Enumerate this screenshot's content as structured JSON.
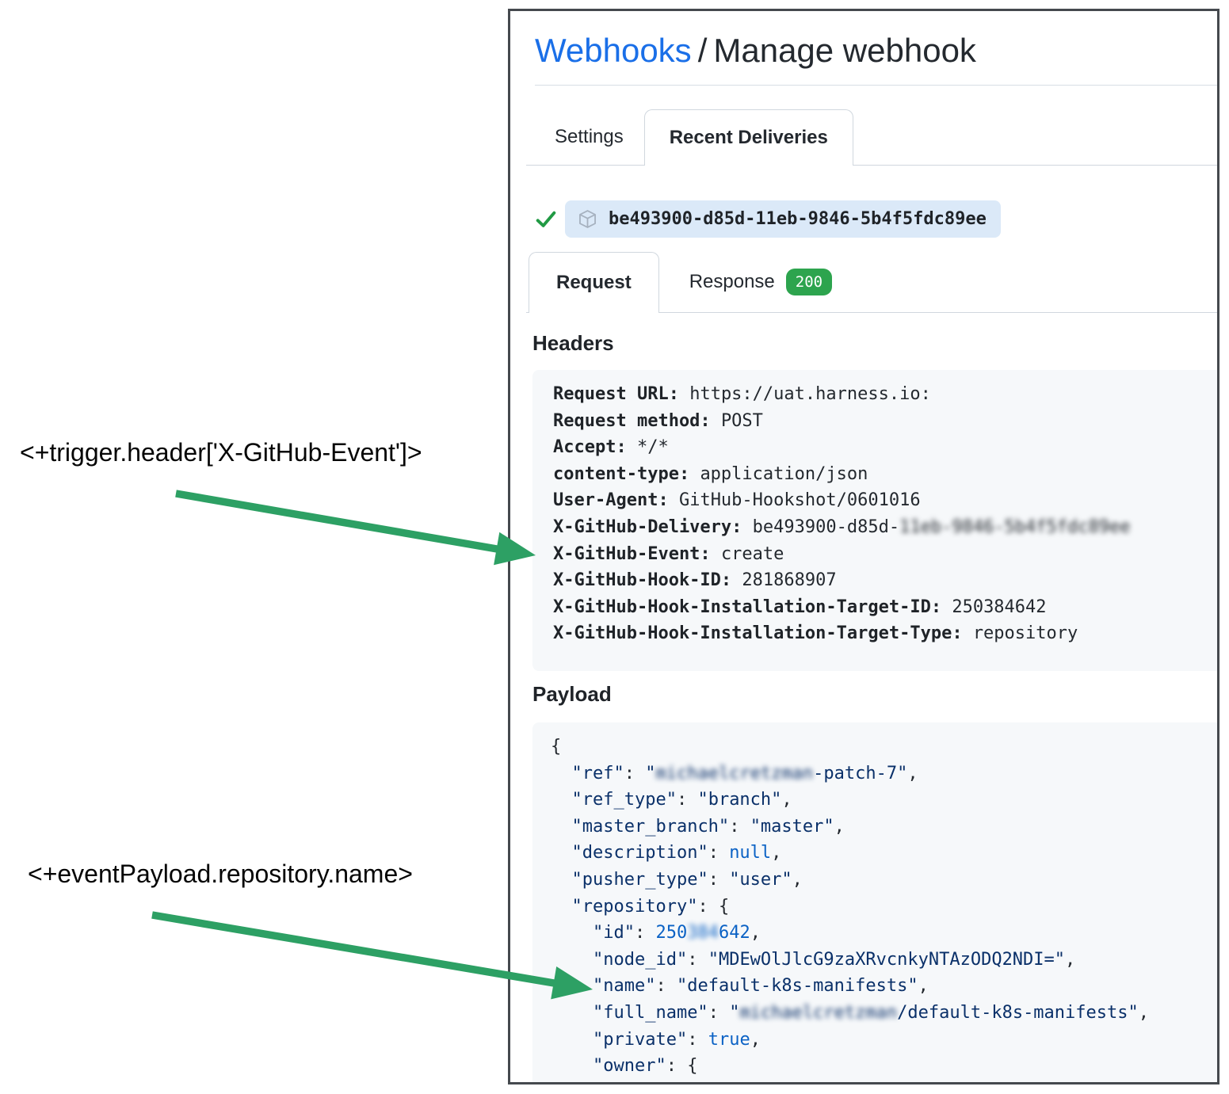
{
  "page": {
    "breadcrumb": {
      "section": "Webhooks",
      "separator": "/",
      "title": "Manage webhook"
    },
    "main_tabs": [
      {
        "label": "Settings",
        "active": false
      },
      {
        "label": "Recent Deliveries",
        "active": true
      }
    ],
    "delivery": {
      "guid": "be493900-d85d-11eb-9846-5b4f5fdc89ee",
      "status": "success"
    },
    "delivery_tabs": {
      "request_label": "Request",
      "response_label": "Response",
      "response_status": "200"
    },
    "headers": {
      "title": "Headers",
      "entries": [
        {
          "key": "Request URL:",
          "value": "https://uat.harness.io:"
        },
        {
          "key": "Request method:",
          "value": "POST"
        },
        {
          "key": "Accept:",
          "value": "*/*"
        },
        {
          "key": "content-type:",
          "value": "application/json"
        },
        {
          "key": "User-Agent:",
          "value": "GitHub-Hookshot/0601016"
        },
        {
          "key": "X-GitHub-Delivery:",
          "value": "be493900-d85d-",
          "redacted": "11eb-9846-5b4f5fdc89ee"
        },
        {
          "key": "X-GitHub-Event:",
          "value": "create"
        },
        {
          "key": "X-GitHub-Hook-ID:",
          "value": "281868907"
        },
        {
          "key": "X-GitHub-Hook-Installation-Target-ID:",
          "value": "250384642"
        },
        {
          "key": "X-GitHub-Hook-Installation-Target-Type:",
          "value": "repository"
        }
      ]
    },
    "payload": {
      "title": "Payload",
      "lines": [
        [
          {
            "t": "{",
            "c": "p"
          }
        ],
        [
          {
            "t": "  ",
            "c": "p"
          },
          {
            "t": "\"ref\"",
            "c": "s"
          },
          {
            "t": ": ",
            "c": "p"
          },
          {
            "t": "\"",
            "c": "s"
          },
          {
            "t": "michaelcretzman",
            "c": "s",
            "b": true
          },
          {
            "t": "-patch-7\"",
            "c": "s"
          },
          {
            "t": ",",
            "c": "p"
          }
        ],
        [
          {
            "t": "  ",
            "c": "p"
          },
          {
            "t": "\"ref_type\"",
            "c": "s"
          },
          {
            "t": ": ",
            "c": "p"
          },
          {
            "t": "\"branch\"",
            "c": "s"
          },
          {
            "t": ",",
            "c": "p"
          }
        ],
        [
          {
            "t": "  ",
            "c": "p"
          },
          {
            "t": "\"master_branch\"",
            "c": "s"
          },
          {
            "t": ": ",
            "c": "p"
          },
          {
            "t": "\"master\"",
            "c": "s"
          },
          {
            "t": ",",
            "c": "p"
          }
        ],
        [
          {
            "t": "  ",
            "c": "p"
          },
          {
            "t": "\"description\"",
            "c": "s"
          },
          {
            "t": ": ",
            "c": "p"
          },
          {
            "t": "null",
            "c": "k"
          },
          {
            "t": ",",
            "c": "p"
          }
        ],
        [
          {
            "t": "  ",
            "c": "p"
          },
          {
            "t": "\"pusher_type\"",
            "c": "s"
          },
          {
            "t": ": ",
            "c": "p"
          },
          {
            "t": "\"user\"",
            "c": "s"
          },
          {
            "t": ",",
            "c": "p"
          }
        ],
        [
          {
            "t": "  ",
            "c": "p"
          },
          {
            "t": "\"repository\"",
            "c": "s"
          },
          {
            "t": ": {",
            "c": "p"
          }
        ],
        [
          {
            "t": "    ",
            "c": "p"
          },
          {
            "t": "\"id\"",
            "c": "s"
          },
          {
            "t": ": ",
            "c": "p"
          },
          {
            "t": "250",
            "c": "k"
          },
          {
            "t": "384",
            "c": "k",
            "b": true
          },
          {
            "t": "642",
            "c": "k"
          },
          {
            "t": ",",
            "c": "p"
          }
        ],
        [
          {
            "t": "    ",
            "c": "p"
          },
          {
            "t": "\"node_id\"",
            "c": "s"
          },
          {
            "t": ": ",
            "c": "p"
          },
          {
            "t": "\"MDEwOlJlcG9zaXRvcnkyNTAzODQ2NDI=\"",
            "c": "s"
          },
          {
            "t": ",",
            "c": "p"
          }
        ],
        [
          {
            "t": "    ",
            "c": "p"
          },
          {
            "t": "\"name\"",
            "c": "s"
          },
          {
            "t": ": ",
            "c": "p"
          },
          {
            "t": "\"default-k8s-manifests\"",
            "c": "s"
          },
          {
            "t": ",",
            "c": "p"
          }
        ],
        [
          {
            "t": "    ",
            "c": "p"
          },
          {
            "t": "\"full_name\"",
            "c": "s"
          },
          {
            "t": ": ",
            "c": "p"
          },
          {
            "t": "\"",
            "c": "s"
          },
          {
            "t": "michaelcretzman",
            "c": "s",
            "b": true
          },
          {
            "t": "/default-k8s-manifests\"",
            "c": "s"
          },
          {
            "t": ",",
            "c": "p"
          }
        ],
        [
          {
            "t": "    ",
            "c": "p"
          },
          {
            "t": "\"private\"",
            "c": "s"
          },
          {
            "t": ": ",
            "c": "p"
          },
          {
            "t": "true",
            "c": "k"
          },
          {
            "t": ",",
            "c": "p"
          }
        ],
        [
          {
            "t": "    ",
            "c": "p"
          },
          {
            "t": "\"owner\"",
            "c": "s"
          },
          {
            "t": ": {",
            "c": "p"
          }
        ]
      ]
    }
  },
  "annotations": {
    "trigger_header": {
      "label": "<+trigger.header['X-GitHub-Event']>"
    },
    "event_payload": {
      "label": "<+eventPayload.repository.name>"
    }
  },
  "colors": {
    "link_blue": "#1a6fe8",
    "badge_green": "#2da44e",
    "check_green": "#219a44",
    "arrow_green": "#2da064",
    "pill_blue": "#dbe9f8",
    "code_box_gray": "#f6f8fa",
    "code_string_navy": "#0a3069",
    "code_constant_blue": "#0b62c5"
  }
}
